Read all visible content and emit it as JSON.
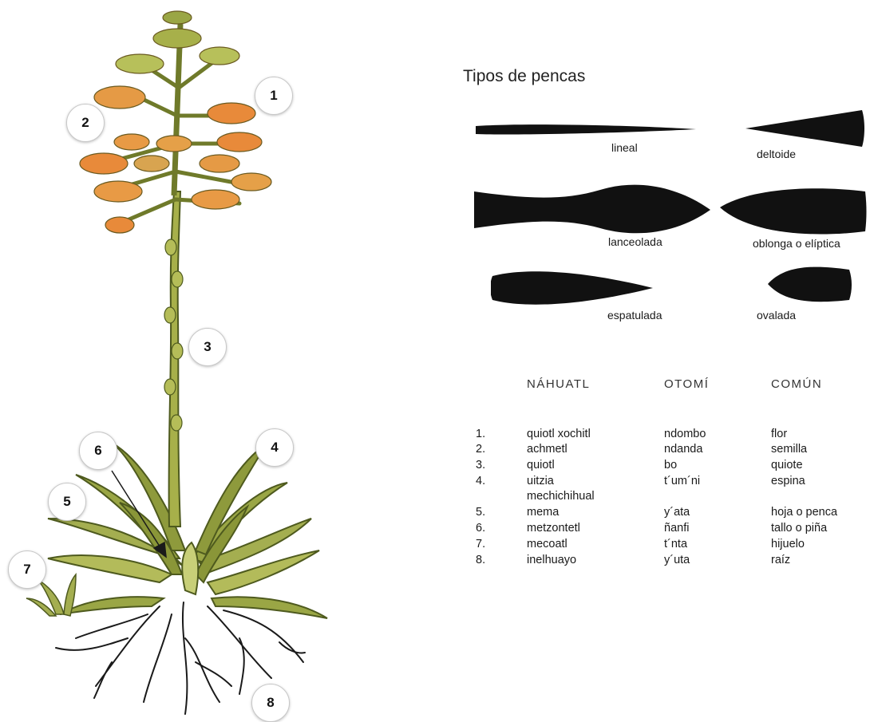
{
  "callouts": [
    "1",
    "2",
    "3",
    "4",
    "5",
    "6",
    "7",
    "8"
  ],
  "leaf_types": {
    "title": "Tipos de pencas",
    "shapes": [
      {
        "key": "lineal",
        "label": "lineal"
      },
      {
        "key": "deltoide",
        "label": "deltoide"
      },
      {
        "key": "lanceolada",
        "label": "lanceolada"
      },
      {
        "key": "oblonga",
        "label": "oblonga o elíptica"
      },
      {
        "key": "espatulada",
        "label": "espatulada"
      },
      {
        "key": "ovalada",
        "label": "ovalada"
      }
    ]
  },
  "names_table": {
    "headers": [
      "NÁHUATL",
      "OTOMÍ",
      "COMÚN"
    ],
    "rows": [
      {
        "num": "1.",
        "nahuatl": "quiotl xochitl",
        "otomi": "ndombo",
        "comun": "flor"
      },
      {
        "num": "2.",
        "nahuatl": "achmetl",
        "otomi": "ndanda",
        "comun": "semilla"
      },
      {
        "num": "3.",
        "nahuatl": "quiotl",
        "otomi": "bo",
        "comun": "quiote"
      },
      {
        "num": "4.",
        "nahuatl": "uitzia",
        "otomi": "t´um´ni",
        "comun": "espina"
      },
      {
        "num": "",
        "nahuatl": "mechichihual",
        "otomi": "",
        "comun": ""
      },
      {
        "num": "5.",
        "nahuatl": "mema",
        "otomi": "y´ata",
        "comun": "hoja o penca"
      },
      {
        "num": "6.",
        "nahuatl": "metzontetl",
        "otomi": "ñanfi",
        "comun": "tallo o piña"
      },
      {
        "num": "7.",
        "nahuatl": "mecoatl",
        "otomi": "t´nta",
        "comun": "hijuelo"
      },
      {
        "num": "8.",
        "nahuatl": "inelhuayo",
        "otomi": "y´uta",
        "comun": "raíz"
      }
    ]
  }
}
